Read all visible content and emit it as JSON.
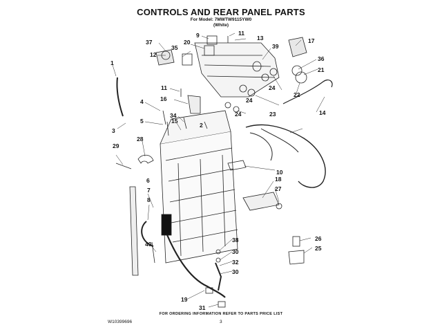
{
  "title": "CONTROLS AND REAR PANEL PARTS",
  "model_line": "For Model: 7MWTW9115YW0",
  "color_line": "(White)",
  "footer_note": "FOR ORDERING INFORMATION REFER TO PARTS PRICE LIST",
  "doc_number": "W10399696",
  "page_number": "3",
  "callouts": [
    "1",
    "2",
    "3",
    "4",
    "5",
    "6",
    "7",
    "8",
    "9",
    "10",
    "11",
    "11",
    "12",
    "13",
    "14",
    "15",
    "16",
    "17",
    "18",
    "19",
    "20",
    "21",
    "22",
    "23",
    "24",
    "24",
    "24",
    "25",
    "26",
    "27",
    "28",
    "29",
    "30",
    "30",
    "31",
    "32",
    "34",
    "35",
    "36",
    "37",
    "38",
    "39",
    "40"
  ]
}
